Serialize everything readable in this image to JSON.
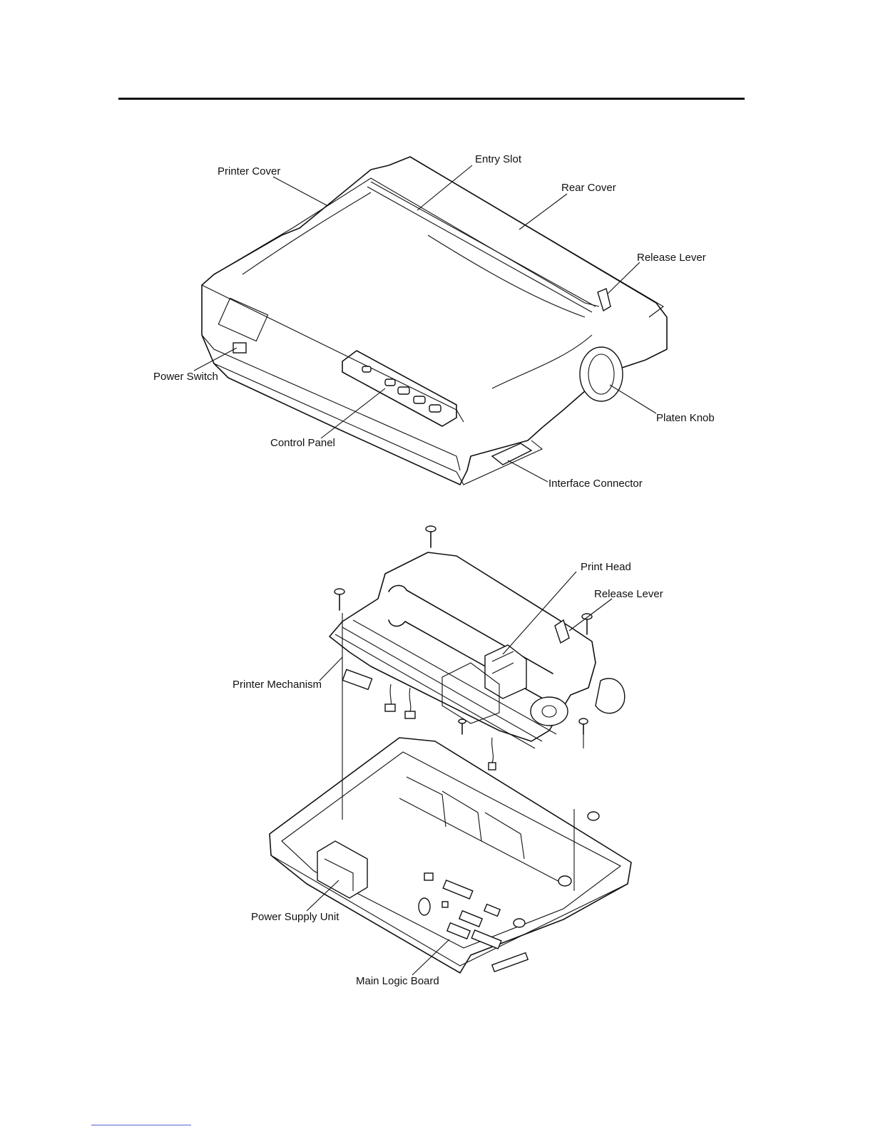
{
  "top_figure": {
    "labels": {
      "printer_cover": "Printer Cover",
      "entry_slot": "Entry Slot",
      "rear_cover": "Rear Cover",
      "release_lever": "Release Lever",
      "power_switch": "Power Switch",
      "platen_knob": "Platen Knob",
      "control_panel": "Control Panel",
      "interface_connector": "Interface Connector"
    }
  },
  "bottom_figure": {
    "labels": {
      "print_head": "Print Head",
      "release_lever": "Release Lever",
      "printer_mechanism": "Printer Mechanism",
      "power_supply_unit": "Power Supply Unit",
      "main_logic_board": "Main Logic Board"
    }
  }
}
